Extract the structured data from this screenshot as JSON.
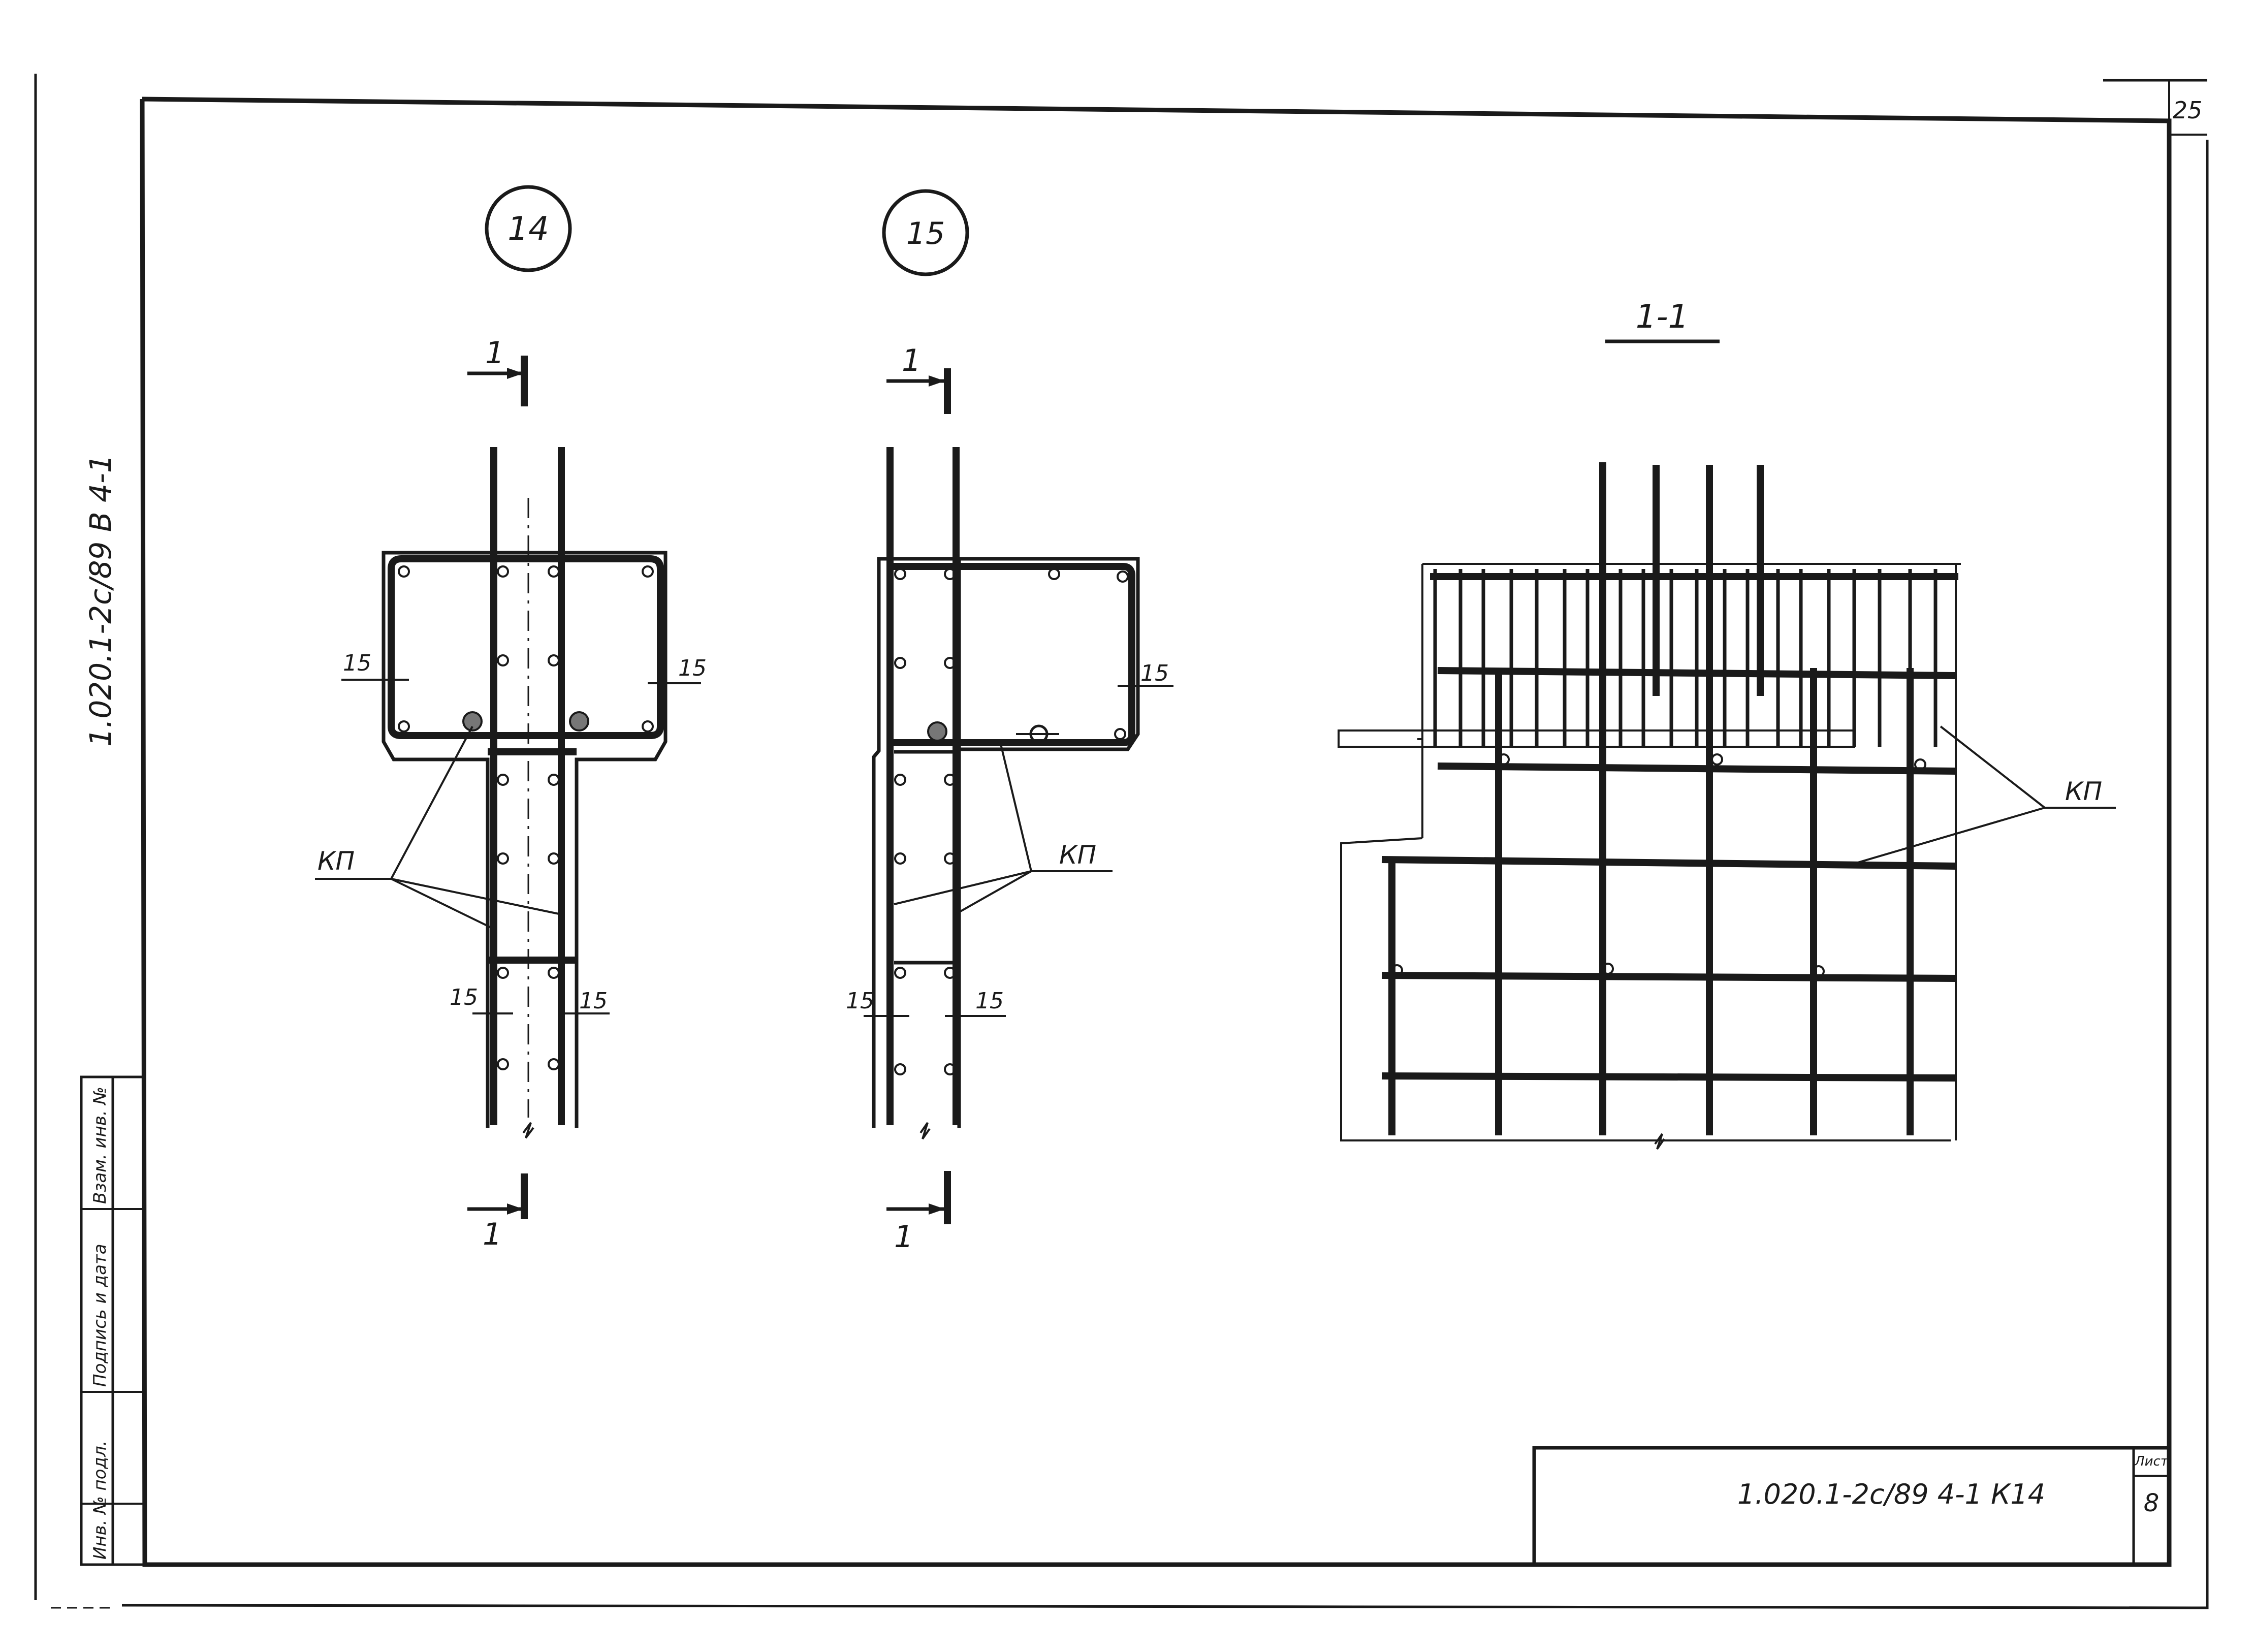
{
  "sheet": {
    "page_number": "25",
    "side_stamp": "1.020.1-2с/89  В 4-1",
    "title_block": {
      "code": "1.020.1-2с/89  4-1  К14",
      "sheet_label": "Лист",
      "sheet_no": "8"
    },
    "side_table": {
      "col1": "Инв. № подл.",
      "col2": "Подпись и дата",
      "col3": "Взам. инв. №"
    }
  },
  "node14": {
    "marker": "14",
    "cut_top": "1",
    "cut_bottom": "1",
    "cover_left": "15",
    "cover_right": "15",
    "cover_bottom_left": "15",
    "cover_bottom_right": "15",
    "leader": "КП"
  },
  "node15": {
    "marker": "15",
    "cut_top": "1",
    "cut_bottom": "1",
    "cover_right": "15",
    "cover_bottom_left": "15",
    "cover_bottom_right": "15",
    "leader": "КП"
  },
  "section": {
    "title": "1-1",
    "leader": "КП"
  }
}
